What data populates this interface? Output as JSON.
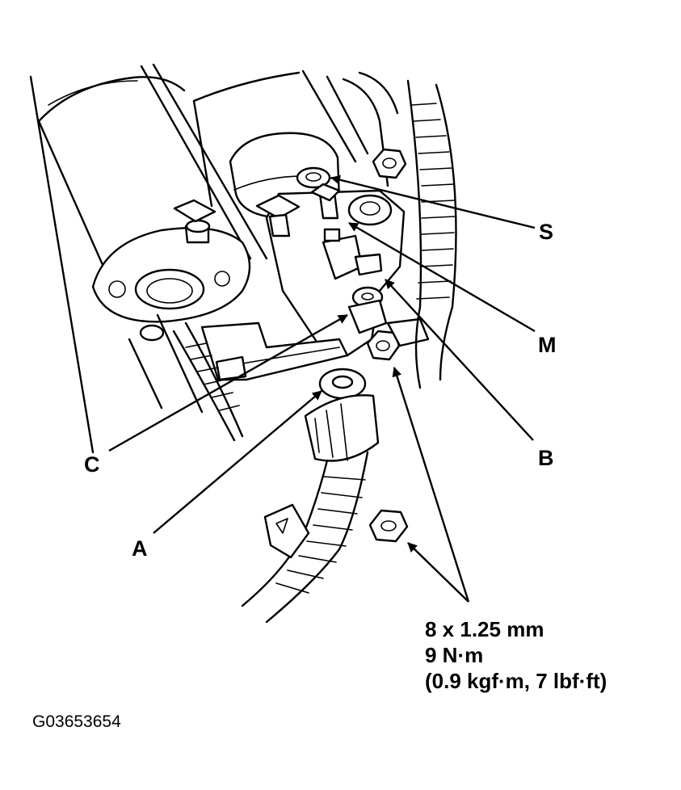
{
  "callouts": {
    "s": "S",
    "m": "M",
    "b": "B",
    "c": "C",
    "a": "A"
  },
  "spec": {
    "line1": "8 x 1.25 mm",
    "line2": "9 N·m",
    "line3": "(0.9 kgf·m, 7 lbf·ft)"
  },
  "figure_id": "G03653654"
}
